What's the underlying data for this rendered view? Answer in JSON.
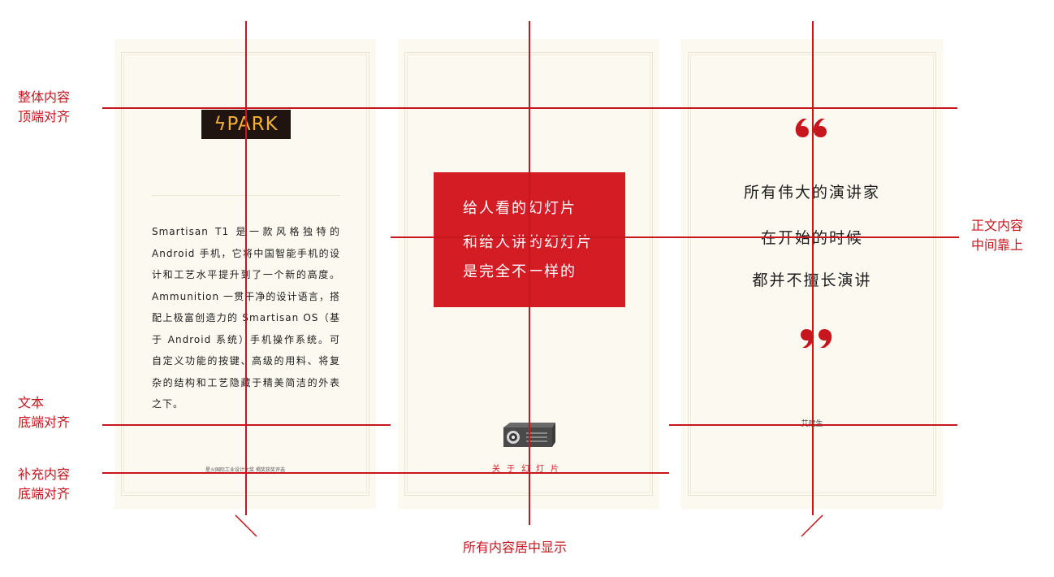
{
  "annotations": {
    "top_align": {
      "line1": "整体内容",
      "line2": "顶端对齐"
    },
    "center_upper": {
      "line1": "正文内容",
      "line2": "中间靠上"
    },
    "text_bottom": {
      "line1": "文本",
      "line2": "底端对齐"
    },
    "extra_bottom": {
      "line1": "补充内容",
      "line2": "底端对齐"
    },
    "all_centered": "所有内容居中显示"
  },
  "card1": {
    "logo": "ϟPARK",
    "body": "Smartisan T1 是一款风格独特的 Android 手机，它将中国智能手机的设计和工艺水平提升到了一个新的高度。Ammunition 一贯干净的设计语言，搭配上极富创造力的 Smartisan OS（基于 Android 系统）手机操作系统。可自定义功能的按键、高级的用料、将复杂的结构和工艺隐藏于精美简洁的外表之下。",
    "footnote": "星火国际工业设计大奖 揭奖获奖评选"
  },
  "card2": {
    "lines": [
      "给人看的幻灯片",
      "和给人讲的幻灯片",
      "是完全不一样的"
    ],
    "caption": "关于幻灯片",
    "icon": "projector-icon"
  },
  "card3": {
    "lines": [
      "所有伟大的演讲家",
      "在开始的时候",
      "都并不擅长演讲"
    ],
    "author": "艾建生",
    "icons": [
      "open-quote-icon",
      "close-quote-icon"
    ]
  },
  "colors": {
    "accent": "#c8161e",
    "red_box": "#d41c25",
    "card_bg": "#fcf9f1",
    "logo_bg": "#1f1410",
    "logo_fg": "#f2b134"
  }
}
